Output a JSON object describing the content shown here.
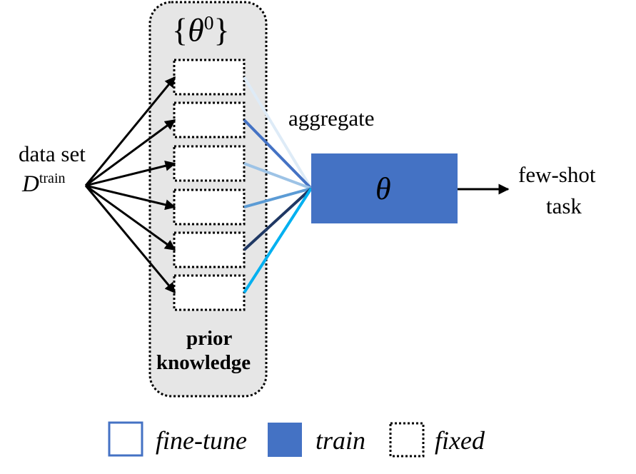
{
  "prior_set_label": {
    "open": "{",
    "theta": "θ",
    "sup": "0",
    "close": "}"
  },
  "input": {
    "line1": "data set",
    "symbol": "D",
    "sup": "train"
  },
  "aggregate_label": "aggregate",
  "model": {
    "symbol": "θ",
    "color": "#4472C4"
  },
  "output": {
    "line1": "few-shot",
    "line2": "task"
  },
  "prior_knowledge": {
    "line1": "prior",
    "line2": "knowledge"
  },
  "connection_colors": [
    "#DEEBF7",
    "#4472C4",
    "#9DC3E6",
    "#5B9BD5",
    "#1F3864",
    "#00B0F0"
  ],
  "legend": [
    {
      "kind": "fine-tune",
      "label": "fine-tune"
    },
    {
      "kind": "train",
      "label": "train"
    },
    {
      "kind": "fixed",
      "label": "fixed"
    }
  ]
}
